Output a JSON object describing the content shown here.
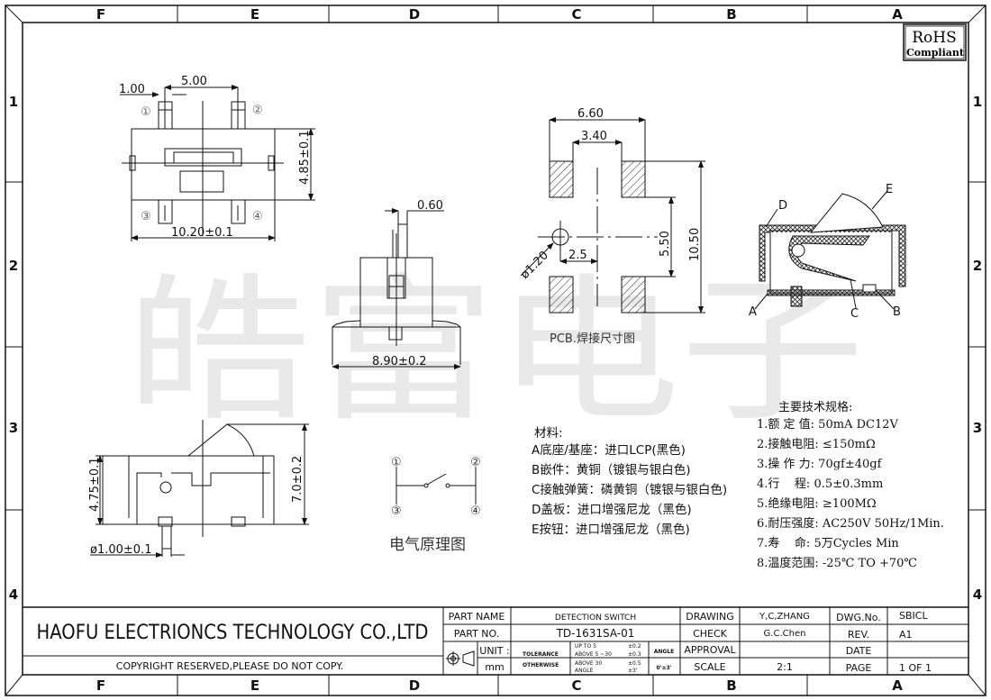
{
  "watermark": "皓富电子",
  "grid": {
    "columns": [
      "F",
      "E",
      "D",
      "C",
      "B",
      "A"
    ],
    "rows": [
      "1",
      "2",
      "3",
      "4"
    ]
  },
  "rohs": {
    "title": "RoHS",
    "subtitle": "Compliant"
  },
  "top_view": {
    "dim_pin_width": "1.00",
    "dim_pin_pitch": "5.00",
    "dim_height": "4.85±0.1",
    "dim_width": "10.20±0.1",
    "pins": [
      "①",
      "②",
      "③",
      "④"
    ]
  },
  "front_view": {
    "dim_actuator": "0.60",
    "dim_width": "8.90±0.2"
  },
  "pcb_view": {
    "dim_outer": "6.60",
    "dim_inner": "3.40",
    "dim_inner_height": "5.50",
    "dim_outer_height": "10.50",
    "dim_hole": "ø1.20",
    "dim_offset": "2.5",
    "caption": "PCB.焊接尺寸图"
  },
  "section_view": {
    "labels": [
      "A",
      "B",
      "C",
      "D",
      "E"
    ]
  },
  "side_view": {
    "dim_body_height": "4.75±0.1",
    "dim_total_height": "7.0±0.2",
    "dim_post": "ø1.00±0.1"
  },
  "schematic": {
    "pins": [
      "①",
      "②",
      "③",
      "④"
    ],
    "caption": "电气原理图"
  },
  "materials": {
    "title": "材料:",
    "items": [
      "A底座/基座：进口LCP(黑色)",
      "B嵌件：黄铜（镀银与银白色)",
      "C接触弹簧：磷黄铜（镀银与银白色)",
      "D盖板：进口增强尼龙（黑色)",
      "E按钮：进口增强尼龙（黑色)"
    ]
  },
  "specs": {
    "title": "主要技术规格:",
    "items": [
      "1.额 定 值: 50mA DC12V",
      "2.接触电阻: ≤150mΩ",
      "3.操 作 力: 70gf±40gf",
      "4.行    程: 0.5±0.3mm",
      "5.绝缘电阻: ≥100MΩ",
      "6.耐压强度: AC250V 50Hz/1Min.",
      "7.寿    命: 5万Cycles Min",
      "8.温度范围: -25℃ TO +70℃"
    ]
  },
  "title_block": {
    "company": "HAOFU ELECTRIONCS TECHNOLOGY CO.,LTD",
    "copyright": "COPYRIGHT RESERVED,PLEASE DO NOT COPY.",
    "part_name_label": "PART NAME",
    "part_name": "DETECTION SWITCH",
    "part_no_label": "PART NO.",
    "part_no": "TD-1631SA-01",
    "unit_label": "UNIT :",
    "unit": "mm",
    "tolerance_label": "TOLERANCE",
    "otherwise_label": "OTHERWISE",
    "tol_rows": [
      {
        "range": "UP TO 5",
        "value": "±0.2"
      },
      {
        "range": "ABOVE 5 ~30",
        "value": "±0.3"
      },
      {
        "range": "ABOVE 30",
        "value": "±0.5"
      },
      {
        "range": "ANGLE",
        "value": "±3'"
      }
    ],
    "angle_label": "ANGLE",
    "angle_value": "0'±3'",
    "drawing_label": "DRAWING",
    "drawing": "Y,C,ZHANG",
    "check_label": "CHECK",
    "check": "G.C.Chen",
    "approval_label": "APPROVAL",
    "approval": "",
    "scale_label": "SCALE",
    "scale": "2:1",
    "dwg_no_label": "DWG.No.",
    "dwg_no": "SBICL",
    "rev_label": "REV.",
    "rev": "A1",
    "date_label": "DATE",
    "date": "",
    "page_label": "PAGE",
    "page": "1 OF 1"
  }
}
